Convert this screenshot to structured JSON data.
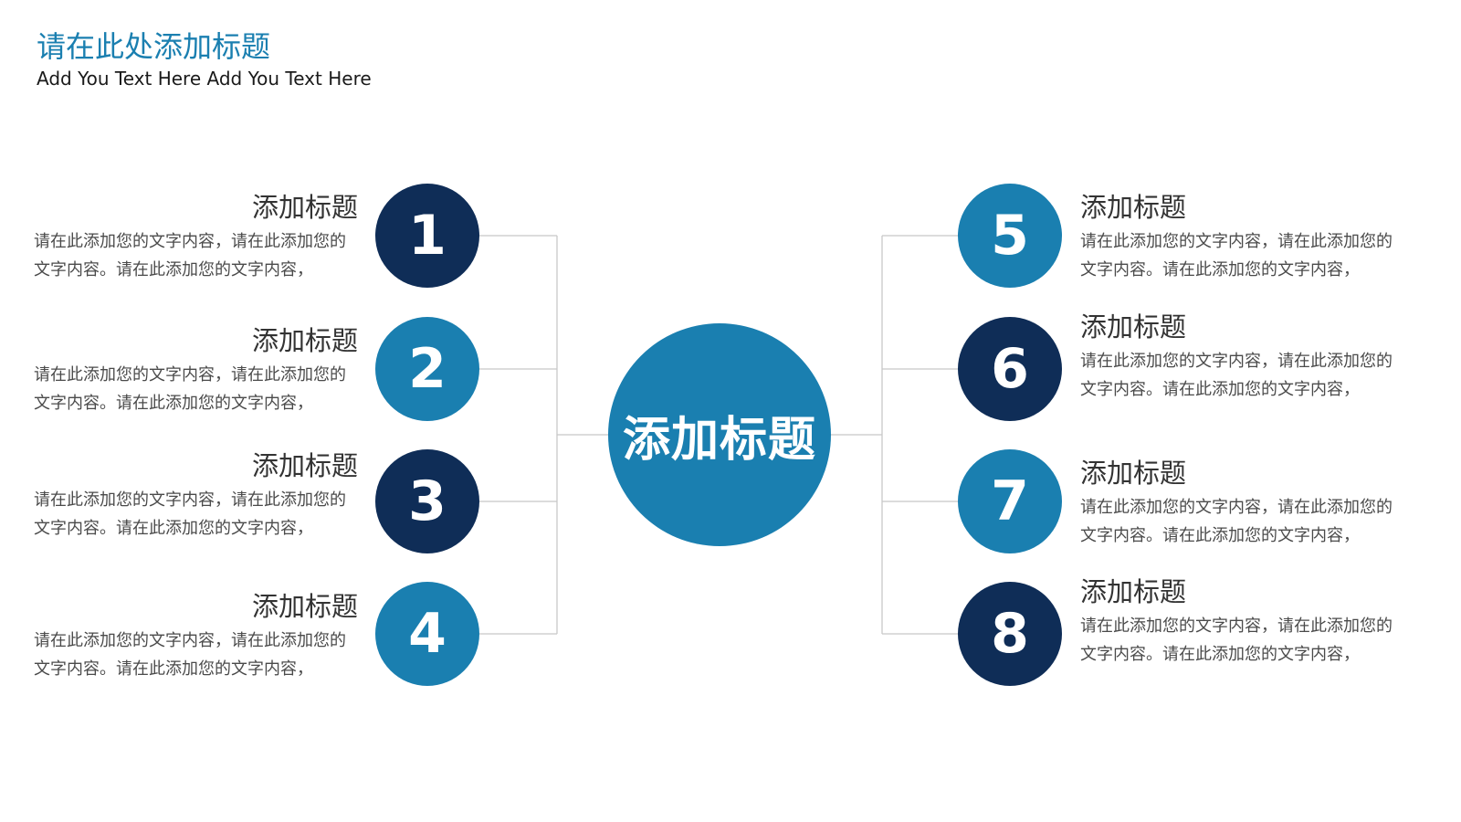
{
  "header": {
    "title": "请在此处添加标题",
    "subtitle": "Add You Text Here Add You Text Here"
  },
  "center": {
    "label": "添加标题",
    "color": "#1a7fb0"
  },
  "colors": {
    "dark": "#0f2d57",
    "blue": "#1a7fb0",
    "connector": "#c8c8c8"
  },
  "items": [
    {
      "number": "1",
      "title": "添加标题",
      "desc": "请在此添加您的文字内容，请在此添加您的文字内容。请在此添加您的文字内容，",
      "color": "#0f2d57"
    },
    {
      "number": "2",
      "title": "添加标题",
      "desc": "请在此添加您的文字内容，请在此添加您的文字内容。请在此添加您的文字内容，",
      "color": "#1a7fb0"
    },
    {
      "number": "3",
      "title": "添加标题",
      "desc": "请在此添加您的文字内容，请在此添加您的文字内容。请在此添加您的文字内容，",
      "color": "#0f2d57"
    },
    {
      "number": "4",
      "title": "添加标题",
      "desc": "请在此添加您的文字内容，请在此添加您的文字内容。请在此添加您的文字内容，",
      "color": "#1a7fb0"
    },
    {
      "number": "5",
      "title": "添加标题",
      "desc": "请在此添加您的文字内容，请在此添加您的文字内容。请在此添加您的文字内容，",
      "color": "#1a7fb0"
    },
    {
      "number": "6",
      "title": "添加标题",
      "desc": "请在此添加您的文字内容，请在此添加您的文字内容。请在此添加您的文字内容，",
      "color": "#0f2d57"
    },
    {
      "number": "7",
      "title": "添加标题",
      "desc": "请在此添加您的文字内容，请在此添加您的文字内容。请在此添加您的文字内容，",
      "color": "#1a7fb0"
    },
    {
      "number": "8",
      "title": "添加标题",
      "desc": "请在此添加您的文字内容，请在此添加您的文字内容。请在此添加您的文字内容，",
      "color": "#0f2d57"
    }
  ]
}
